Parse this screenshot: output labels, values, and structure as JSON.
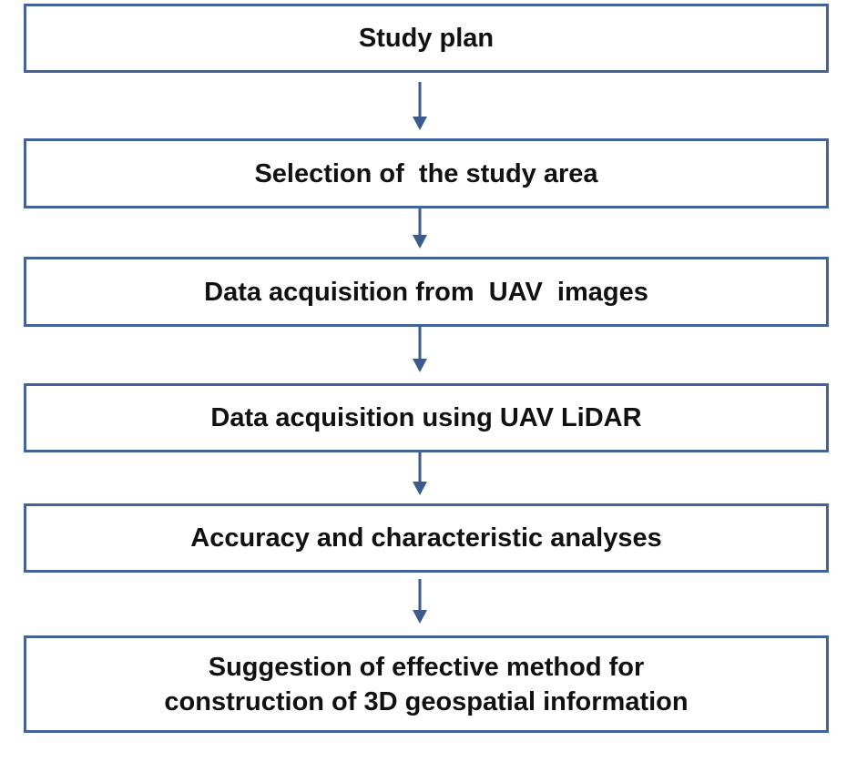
{
  "flowchart": {
    "steps": [
      {
        "label": "Study plan"
      },
      {
        "label": "Selection of  the study area"
      },
      {
        "label": "Data acquisition from  UAV  images"
      },
      {
        "label": "Data acquisition using UAV LiDAR"
      },
      {
        "label": "Accuracy and characteristic analyses"
      },
      {
        "lines": [
          "Suggestion of effective method for",
          "construction of 3D geospatial information"
        ]
      }
    ],
    "colors": {
      "box_border": "#41629a",
      "arrow": "#3c5a8e",
      "text": "#111111"
    }
  }
}
